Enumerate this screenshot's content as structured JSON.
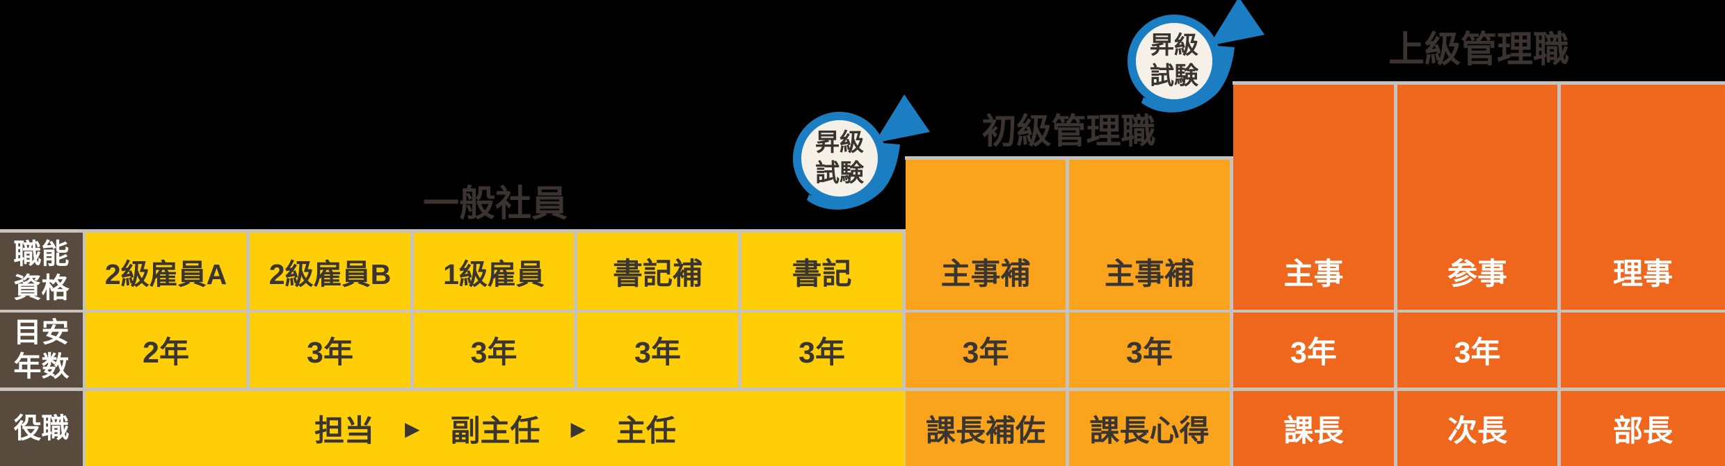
{
  "diagram_title": "career promotion path (staircase table)",
  "colors": {
    "background": "#000000",
    "general_section": "#FFCE06",
    "junior_mgmt_section": "#FAA41D",
    "senior_mgmt_section": "#EE671D",
    "row_header_column": "#584A3D",
    "grid_border": "#C6C3BE",
    "dark_text": "#3A3531",
    "white_text": "#FFFFFF",
    "badge_blue": "#1B7EC2",
    "badge_fill": "#F5F1E8"
  },
  "row_headers": {
    "qualification_lines": [
      "職能",
      "資格"
    ],
    "years_lines": [
      "目安",
      "年数"
    ],
    "role": "役職"
  },
  "sections": [
    {
      "name": "一般社員",
      "columns": [
        {
          "qualification": "2級雇員A",
          "years": "2年"
        },
        {
          "qualification": "2級雇員B",
          "years": "3年"
        },
        {
          "qualification": "1級雇員",
          "years": "3年"
        },
        {
          "qualification": "書記補",
          "years": "3年"
        },
        {
          "qualification": "書記",
          "years": "3年"
        }
      ],
      "role_progression": {
        "steps": [
          "担当",
          "副主任",
          "主任"
        ],
        "arrow_glyph": "▶"
      }
    },
    {
      "name": "初級管理職",
      "columns": [
        {
          "qualification": "主事補",
          "years": "3年",
          "role": "課長補佐"
        },
        {
          "qualification": "主事補",
          "years": "3年",
          "role": "課長心得"
        }
      ]
    },
    {
      "name": "上級管理職",
      "columns": [
        {
          "qualification": "主事",
          "years": "3年",
          "role": "課長"
        },
        {
          "qualification": "参事",
          "years": "3年",
          "role": "次長"
        },
        {
          "qualification": "理事",
          "years": "",
          "role": "部長"
        }
      ]
    }
  ],
  "badges": [
    {
      "line1": "昇級",
      "line2": "試験"
    },
    {
      "line1": "昇級",
      "line2": "試験"
    }
  ]
}
